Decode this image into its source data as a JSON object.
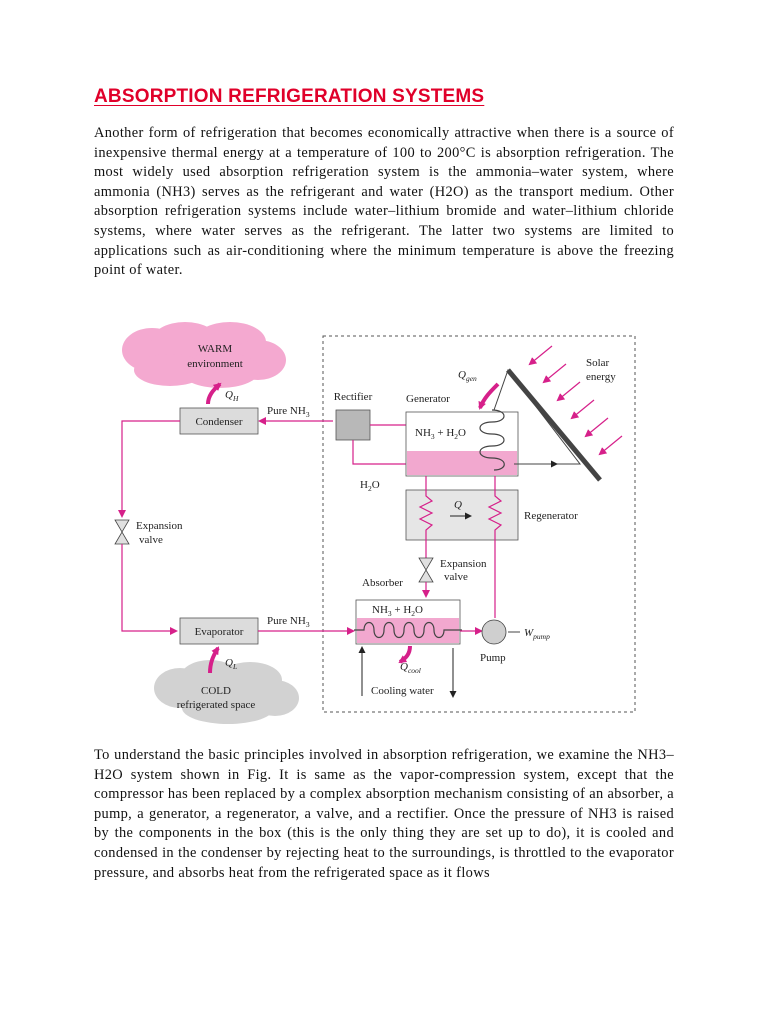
{
  "document": {
    "title": "ABSORPTION REFRIGERATION SYSTEMS",
    "paragraphs": [
      "Another form of refrigeration that becomes economically attractive when there is a source of inexpensive thermal energy at a temperature of 100 to 200°C is absorption refrigeration. The most widely used absorption refrigeration system is the ammonia–water system, where ammonia (NH3) serves as the refrigerant and water (H2O) as the transport medium. Other absorption refrigeration systems include water–lithium bromide and water–lithium chloride systems, where water serves as the refrigerant. The latter two systems are limited to applications such as air-conditioning where the minimum temperature is above the freezing point of water.",
      "To understand the basic principles involved in absorption refrigeration, we examine the NH3–H2O system shown in Fig. It is same as the vapor-compression system, except that the compressor has been replaced by a complex absorption mechanism consisting of an absorber, a pump, a generator, a regenerator, a valve, and a rectifier. Once the pressure of NH3 is raised by the components in the box (this is the only thing they are set up to do), it is cooled and condensed in the condenser by rejecting heat to the surroundings, is throttled to the evaporator pressure, and absorbs heat from the refrigerated space as it flows"
    ]
  },
  "diagram": {
    "warm_line1": "WARM",
    "warm_line2": "environment",
    "cold_line1": "COLD",
    "cold_line2": "refrigerated space",
    "q_h": "Q",
    "q_h_sub": "H",
    "q_l": "Q",
    "q_l_sub": "L",
    "condenser": "Condenser",
    "evaporator": "Evaporator",
    "pure_nh3_top": "Pure NH",
    "pure_nh3_bottom": "Pure NH",
    "sub_3": "3",
    "expansion_line1": "Expansion",
    "expansion_line2": "valve",
    "rectifier": "Rectifier",
    "generator": "Generator",
    "q_gen": "Q",
    "q_gen_sub": "gen",
    "solar_line1": "Solar",
    "solar_line2": "energy",
    "mix_nh3": "NH",
    "mix_plus_h2": " + H",
    "mix_o": "O",
    "sub_2": "2",
    "h2o_h": "H",
    "h2o_o": "O",
    "q_regen": "Q",
    "regenerator": "Regenerator",
    "absorber": "Absorber",
    "q_cool": "Q",
    "q_cool_sub": "cool",
    "cooling_water": "Cooling water",
    "pump": "Pump",
    "w_pump": "W",
    "w_pump_sub": "pump"
  }
}
